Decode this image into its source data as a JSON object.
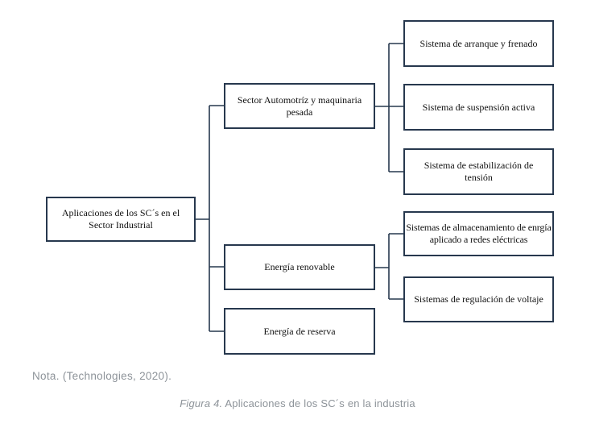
{
  "colors": {
    "box_border": "#27384e",
    "box_fill": "#ffffff",
    "box_text": "#121212",
    "connector": "#27384e",
    "note_text": "#8d9399",
    "caption_text": "#8d9399"
  },
  "diagram": {
    "root": {
      "label": "Aplicaciones de los SC´s en el Sector Industrial"
    },
    "level2": [
      {
        "label": "Sector Automotríz y maquinaria pesada"
      },
      {
        "label": "Energía renovable"
      },
      {
        "label": "Energía de reserva"
      }
    ],
    "level3": [
      {
        "parent": "Sector Automotríz y maquinaria pesada",
        "label": "Sistema de arranque y frenado"
      },
      {
        "parent": "Sector Automotríz y maquinaria pesada",
        "label": "Sistema de suspensión activa"
      },
      {
        "parent": "Sector Automotríz y maquinaria pesada",
        "label": "Sistema de estabilización de tensión"
      },
      {
        "parent": "Energía renovable",
        "label": "Sistemas de almacenamiento de enrgía aplicado a redes eléctricas"
      },
      {
        "parent": "Energía renovable",
        "label": "Sistemas de regulación de voltaje"
      }
    ]
  },
  "note": {
    "text": "Nota. (Technologies, 2020)."
  },
  "caption": {
    "prefix": "Figura 4.",
    "rest": " Aplicaciones de los SC´s en la industria"
  }
}
